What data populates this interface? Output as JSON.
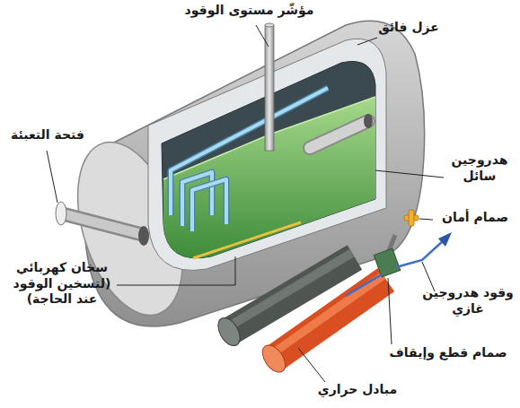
{
  "diagram": {
    "labels": [
      "مؤشّر مستوى الوقود",
      "عزل فائق",
      "فتحة التعبئة",
      "هدروجين سائل",
      "صمام أمان",
      "سخان كهربائي (لتسخين الوقود عند الحاجة)",
      "وقود هدروجين غازي",
      "صمام قطع وإيقاف",
      "مبادل حراري"
    ]
  }
}
